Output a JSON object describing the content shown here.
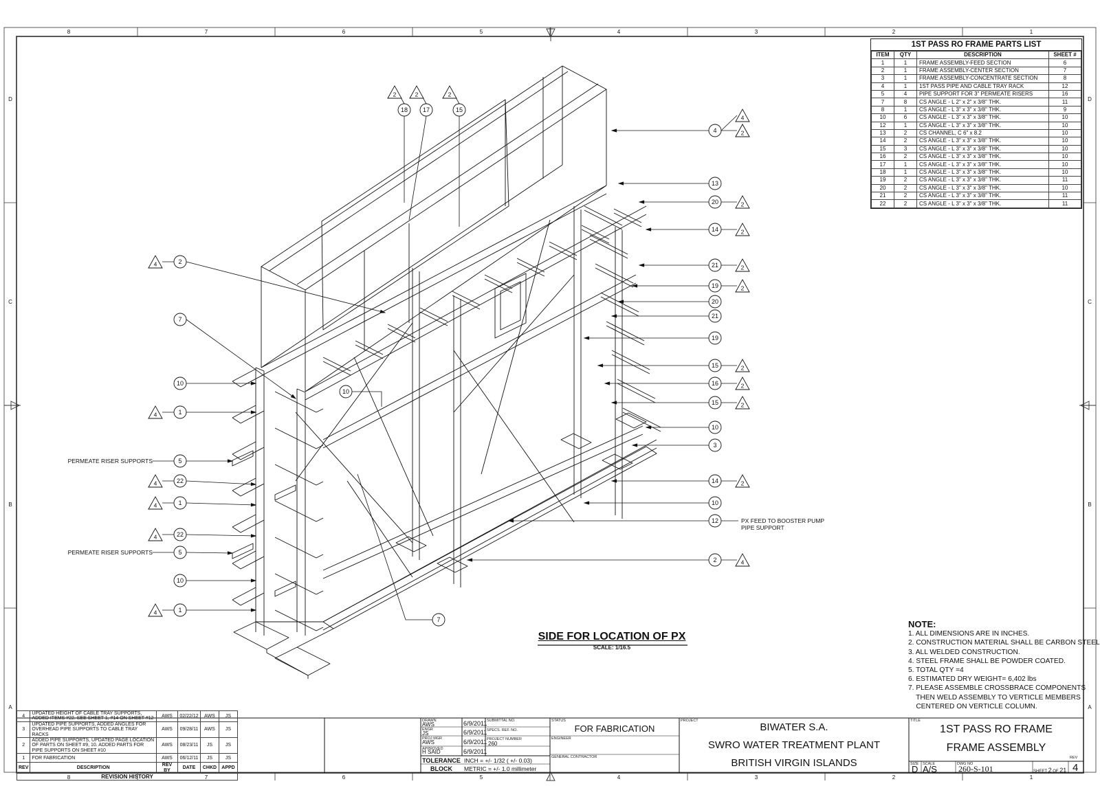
{
  "border": {
    "top_zones": [
      "8",
      "7",
      "6",
      "5",
      "4",
      "3",
      "2",
      "1"
    ],
    "side_zones": [
      "D",
      "C",
      "B",
      "A"
    ]
  },
  "parts_list": {
    "title": "1ST PASS RO FRAME PARTS LIST",
    "headers": [
      "ITEM",
      "QTY",
      "DESCRIPTION",
      "SHEET #"
    ],
    "rows": [
      [
        "1",
        "1",
        "FRAME ASSEMBLY-FEED SECTION",
        "6"
      ],
      [
        "2",
        "1",
        "FRAME ASSEMBLY-CENTER SECTION",
        "7"
      ],
      [
        "3",
        "1",
        "FRAME ASSEMBLY-CONCENTRATE SECTION",
        "8"
      ],
      [
        "4",
        "1",
        "1ST PASS PIPE AND CABLE TRAY RACK",
        "12"
      ],
      [
        "5",
        "4",
        "PIPE SUPPORT FOR 3\" PERMEATE RISERS",
        "16"
      ],
      [
        "7",
        "8",
        "CS ANGLE  - L 2\" x 2\" x 3/8\" THK.",
        "11"
      ],
      [
        "8",
        "1",
        "CS ANGLE  - L 3\" x 3\" x 3/8\" THK.",
        "9"
      ],
      [
        "10",
        "6",
        "CS ANGLE  - L 3\" x 3\" x 3/8\" THK.",
        "10"
      ],
      [
        "12",
        "1",
        "CS ANGLE  - L 3\" x 3\" x 3/8\" THK.",
        "10"
      ],
      [
        "13",
        "2",
        "CS CHANNEL, C 6\" x 8.2",
        "10"
      ],
      [
        "14",
        "2",
        "CS ANGLE  - L 3\" x 3\" x 3/8\" THK.",
        "10"
      ],
      [
        "15",
        "3",
        "CS ANGLE  - L 3\" x 3\" x 3/8\" THK.",
        "10"
      ],
      [
        "16",
        "2",
        "CS ANGLE  - L 3\" x 3\" x 3/8\" THK.",
        "10"
      ],
      [
        "17",
        "1",
        "CS ANGLE  - L 3\" x 3\" x 3/8\" THK.",
        "10"
      ],
      [
        "18",
        "1",
        "CS ANGLE  - L 3\" x 3\" x 3/8\" THK.",
        "10"
      ],
      [
        "19",
        "2",
        "CS ANGLE  - L 3\" x 3\" x 3/8\" THK.",
        "11"
      ],
      [
        "20",
        "2",
        "CS ANGLE  - L 3\" x 3\" x 3/8\" THK.",
        "10"
      ],
      [
        "21",
        "2",
        "CS ANGLE  - L 3\" x 3\" x 3/8\" THK.",
        "11"
      ],
      [
        "22",
        "2",
        "CS ANGLE  - L 3\" x 3\" x 3/8\" THK.",
        "11"
      ]
    ]
  },
  "callouts_left": [
    {
      "num": "2",
      "tri": "4"
    },
    {
      "num": "7",
      "tri": ""
    },
    {
      "num": "10",
      "tri": ""
    },
    {
      "num": "1",
      "tri": "4"
    },
    {
      "num": "5",
      "tri": "",
      "label": "PERMEATE RISER SUPPORTS"
    },
    {
      "num": "22",
      "tri": "4"
    },
    {
      "num": "1",
      "tri": "4"
    },
    {
      "num": "22",
      "tri": "4"
    },
    {
      "num": "5",
      "tri": "",
      "label": "PERMEATE RISER SUPPORTS"
    },
    {
      "num": "10",
      "tri": ""
    },
    {
      "num": "1",
      "tri": "4"
    }
  ],
  "callouts_top": [
    {
      "num": "18",
      "tri": "2"
    },
    {
      "num": "17",
      "tri": "2"
    },
    {
      "num": "15",
      "tri": "2"
    }
  ],
  "callouts_right": [
    {
      "num": "4",
      "tri": "4",
      "tri2": "2"
    },
    {
      "num": "13",
      "tri": ""
    },
    {
      "num": "20",
      "tri": "2"
    },
    {
      "num": "14",
      "tri": "2"
    },
    {
      "num": "21",
      "tri": "2"
    },
    {
      "num": "19",
      "tri": "2"
    },
    {
      "num": "20",
      "tri": ""
    },
    {
      "num": "21",
      "tri": ""
    },
    {
      "num": "19",
      "tri": ""
    },
    {
      "num": "15",
      "tri": "2"
    },
    {
      "num": "16",
      "tri": "2"
    },
    {
      "num": "15",
      "tri": "2"
    },
    {
      "num": "10",
      "tri": ""
    },
    {
      "num": "3",
      "tri": ""
    },
    {
      "num": "14",
      "tri": "2"
    },
    {
      "num": "10",
      "tri": ""
    },
    {
      "num": "12",
      "tri": "",
      "label": "PX FEED TO BOOSTER PUMP\nPIPE SUPPORT"
    },
    {
      "num": "2",
      "tri": "4"
    }
  ],
  "callout_inner": {
    "num": "10"
  },
  "callout_bottom": {
    "num": "7"
  },
  "view": {
    "title": "SIDE FOR LOCATION OF PX",
    "scale": "SCALE: 1/16.5"
  },
  "notes": {
    "heading": "NOTE:",
    "lines": [
      "1. ALL DIMENSIONS ARE IN INCHES.",
      "2. CONSTRUCTION MATERIAL SHALL BE CARBON STEEL.",
      "3. ALL WELDED CONSTRUCTION.",
      "4. STEEL FRAME SHALL BE POWDER COATED.",
      "5. TOTAL QTY =4",
      "6. ESTIMATED DRY WEIGHT= 6,402 lbs",
      "7. PLEASE ASSEMBLE CROSSBRACE COMPONENTS",
      "    THEN WELD ASSEMBLY TO VERTICLE MEMBERS",
      "    CENTERED ON VERTICLE COLUMN."
    ]
  },
  "revisions": {
    "headers": [
      "REV",
      "DESCRIPTION",
      "REV BY",
      "DATE",
      "CHKD",
      "APPD"
    ],
    "rows": [
      [
        "4",
        "UPDATED HEIGHT OF CABLE TRAY SUPPORTS, ADDED ITEMS #22. SEE SHEET 1, #14 ON SHEET #12",
        "AWS",
        "02/22/12",
        "AWS",
        "JS"
      ],
      [
        "3",
        "UPDATED PIPE SUPPORTS, ADDED ANGLES FOR OVERHEAD PIPE SUPPORTS TO CABLE TRAY RACKS",
        "AWS",
        "09/28/11",
        "AWS",
        "JS"
      ],
      [
        "2",
        "ADDED PIPE SUPPORTS, UPDATED PAGE LOCATION OF PARTS ON SHEET #9, 10. ADDED PARTS FOR PIPE SUPPORTS ON SHEET #10",
        "AWS",
        "08/23/11",
        "JS",
        "JS"
      ],
      [
        "1",
        "FOR FABRICATION",
        "AWS",
        "06/12/11",
        "JS",
        "JS"
      ]
    ],
    "caption": "REVISION HISTORY"
  },
  "title_block": {
    "drawn_lbl": "DRAWN",
    "drawn": "AWS",
    "drawn_date": "6/9/2011",
    "engr_lbl": "ENGR",
    "engr": "JS",
    "engr_date": "6/9/2011",
    "mgr_lbl": "PROJ MGR",
    "mgr": "AWS",
    "mgr_date": "6/9/2011",
    "appr_lbl": "APPROVED",
    "appr": "H SAID",
    "appr_date": "6/9/2011",
    "submittal_lbl": "SUBMITTAL NO.",
    "specs_lbl": "SPECS. REF. NO.",
    "projnum_lbl": "PROJECT NUMBER",
    "projnum": "260",
    "tolerance": "TOLERANCE\nBLOCK",
    "tol_inch": "INCH = +/- 1/32 ( +/- 0.03)",
    "tol_metric": "METRIC = +/- 1.0 millimeter",
    "status_lbl": "STATUS",
    "status": "FOR FABRICATION",
    "engineer_lbl": "ENGINEER",
    "gc_lbl": "GENERAL CONTRACTOR",
    "project_lbl": "PROJECT",
    "project_lines": [
      "BIWATER S.A.",
      "SWRO WATER TREATMENT PLANT",
      "BRITISH VIRGIN ISLANDS"
    ],
    "title_lbl": "TITLE",
    "title_lines": [
      "1ST PASS RO FRAME",
      "FRAME ASSEMBLY"
    ],
    "size_lbl": "SIZE",
    "size": "D",
    "scale_lbl": "SCALE",
    "scale": "A/S",
    "dwg_lbl": "DWG NO",
    "dwg": "260-S-101",
    "sheet_pre": "SHEET",
    "sheet": "2",
    "sheet_of": "OF",
    "sheets": "21",
    "rev_lbl": "REV",
    "rev": "4"
  }
}
